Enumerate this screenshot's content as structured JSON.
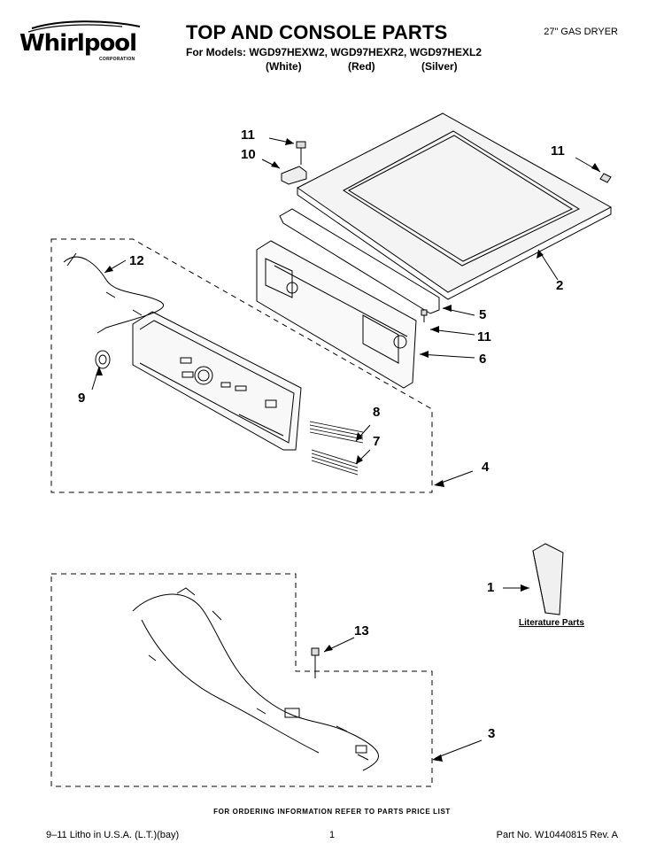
{
  "header": {
    "brand": "Whirlpool",
    "brand_sub": "CORPORATION",
    "title": "TOP AND CONSOLE PARTS",
    "models_line": "For Models: WGD97HEXW2, WGD97HEXR2, WGD97HEXL2",
    "color_white": "(White)",
    "color_red": "(Red)",
    "color_silver": "(Silver)",
    "product": "27\" GAS DRYER"
  },
  "callouts": {
    "c1": "1",
    "c2": "2",
    "c3": "3",
    "c4": "4",
    "c5": "5",
    "c6": "6",
    "c7": "7",
    "c8": "8",
    "c9": "9",
    "c10": "10",
    "c11a": "11",
    "c11b": "11",
    "c11c": "11",
    "c12": "12",
    "c13": "13"
  },
  "literature_label": "Literature Parts",
  "order_note": "FOR ORDERING INFORMATION REFER TO PARTS PRICE LIST",
  "footer": {
    "litho": "9–11 Litho in U.S.A. (L.T.)(bay)",
    "page": "1",
    "part_no": "Part No. W10440815 Rev. A"
  }
}
